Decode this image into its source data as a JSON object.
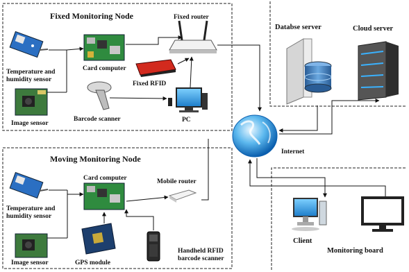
{
  "fixed_node": {
    "title": "Fixed Monitoring Node",
    "temp_sensor": [
      "Temperature and",
      "humidity sensor"
    ],
    "image_sensor": "Image sensor",
    "card_computer": "Card computer",
    "fixed_router": "Fixed router",
    "fixed_rfid": "Fixed RFID",
    "barcode_scanner": "Barcode scanner",
    "pc": "PC"
  },
  "servers": {
    "database_server": "Databse server",
    "cloud_server": "Cloud server"
  },
  "internet": "Internet",
  "moving_node": {
    "title": "Moving Monitoring Node",
    "temp_sensor": [
      "Temperature and",
      "humidity sensor"
    ],
    "image_sensor": "Image sensor",
    "card_computer": "Card computer",
    "mobile_router": "Mobile router",
    "gps_module": "GPS module",
    "handheld_rfid": [
      "Handheld RFID",
      "barcode scanner"
    ]
  },
  "clients": {
    "client": "Client",
    "monitoring_board": "Monitoring board"
  }
}
